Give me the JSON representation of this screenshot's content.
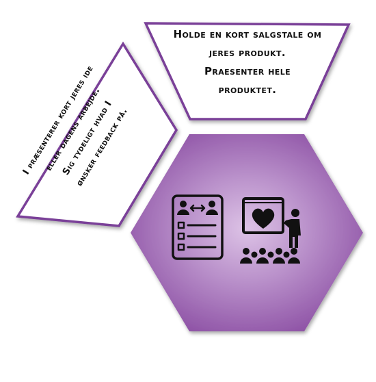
{
  "panels": {
    "top": {
      "lines": [
        "Holde en kort salgstale om",
        "jeres produkt.",
        "Praesenter hele",
        "produktet."
      ]
    },
    "left": {
      "lines": [
        "I præsenterer kort jeres ide",
        "eller dagens arbejde.",
        "Sig tydeligt hvad I",
        "ønsker feedback på."
      ]
    }
  },
  "hexagon": {
    "icons": [
      "checklist-compare-icon",
      "presentation-audience-icon"
    ]
  },
  "colors": {
    "hex_center": "#ddc3e6",
    "hex_mid": "#b07cc3",
    "hex_edge": "#8b4ea3",
    "panel_border": "#7a3f98",
    "icon": "#111111"
  }
}
